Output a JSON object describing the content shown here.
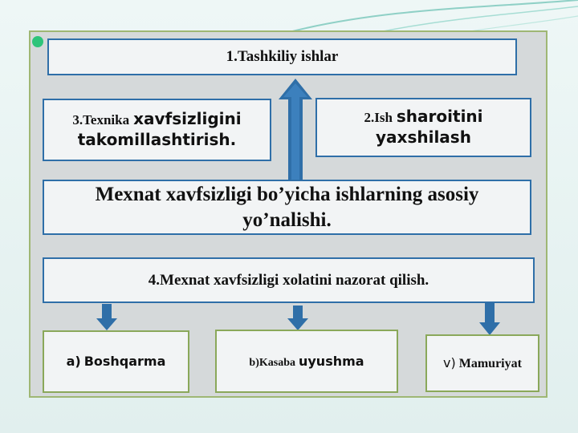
{
  "diagram": {
    "top_box": "1.Tashkiliy ishlar",
    "left_box": {
      "prefix": "3.Texnika",
      "line1_rest": "xavfsizligini",
      "line2": "takomillashtirish."
    },
    "right_box": {
      "prefix": "2.Ish",
      "line1_rest": "sharoitini",
      "line2": "yaxshilash"
    },
    "center_box": {
      "line1": "Mexnat xavfsizligi bo’yicha ishlarning asosiy",
      "line2": "yo’nalishi."
    },
    "fourth_box": "4.Mexnat xavfsizligi xolatini nazorat qilish.",
    "sub_boxes": {
      "a": {
        "prefix": "a)",
        "text": "Boshqarma"
      },
      "b": {
        "prefix": "b)Kasaba",
        "text": "uyushma"
      },
      "v": {
        "prefix": "v)",
        "text": "Mamuriyat"
      }
    }
  },
  "colors": {
    "box_border": "#2f6fa8",
    "arrow": "#2f6fa8",
    "frame_border": "#9fb774",
    "bullet": "#2ec47a"
  }
}
